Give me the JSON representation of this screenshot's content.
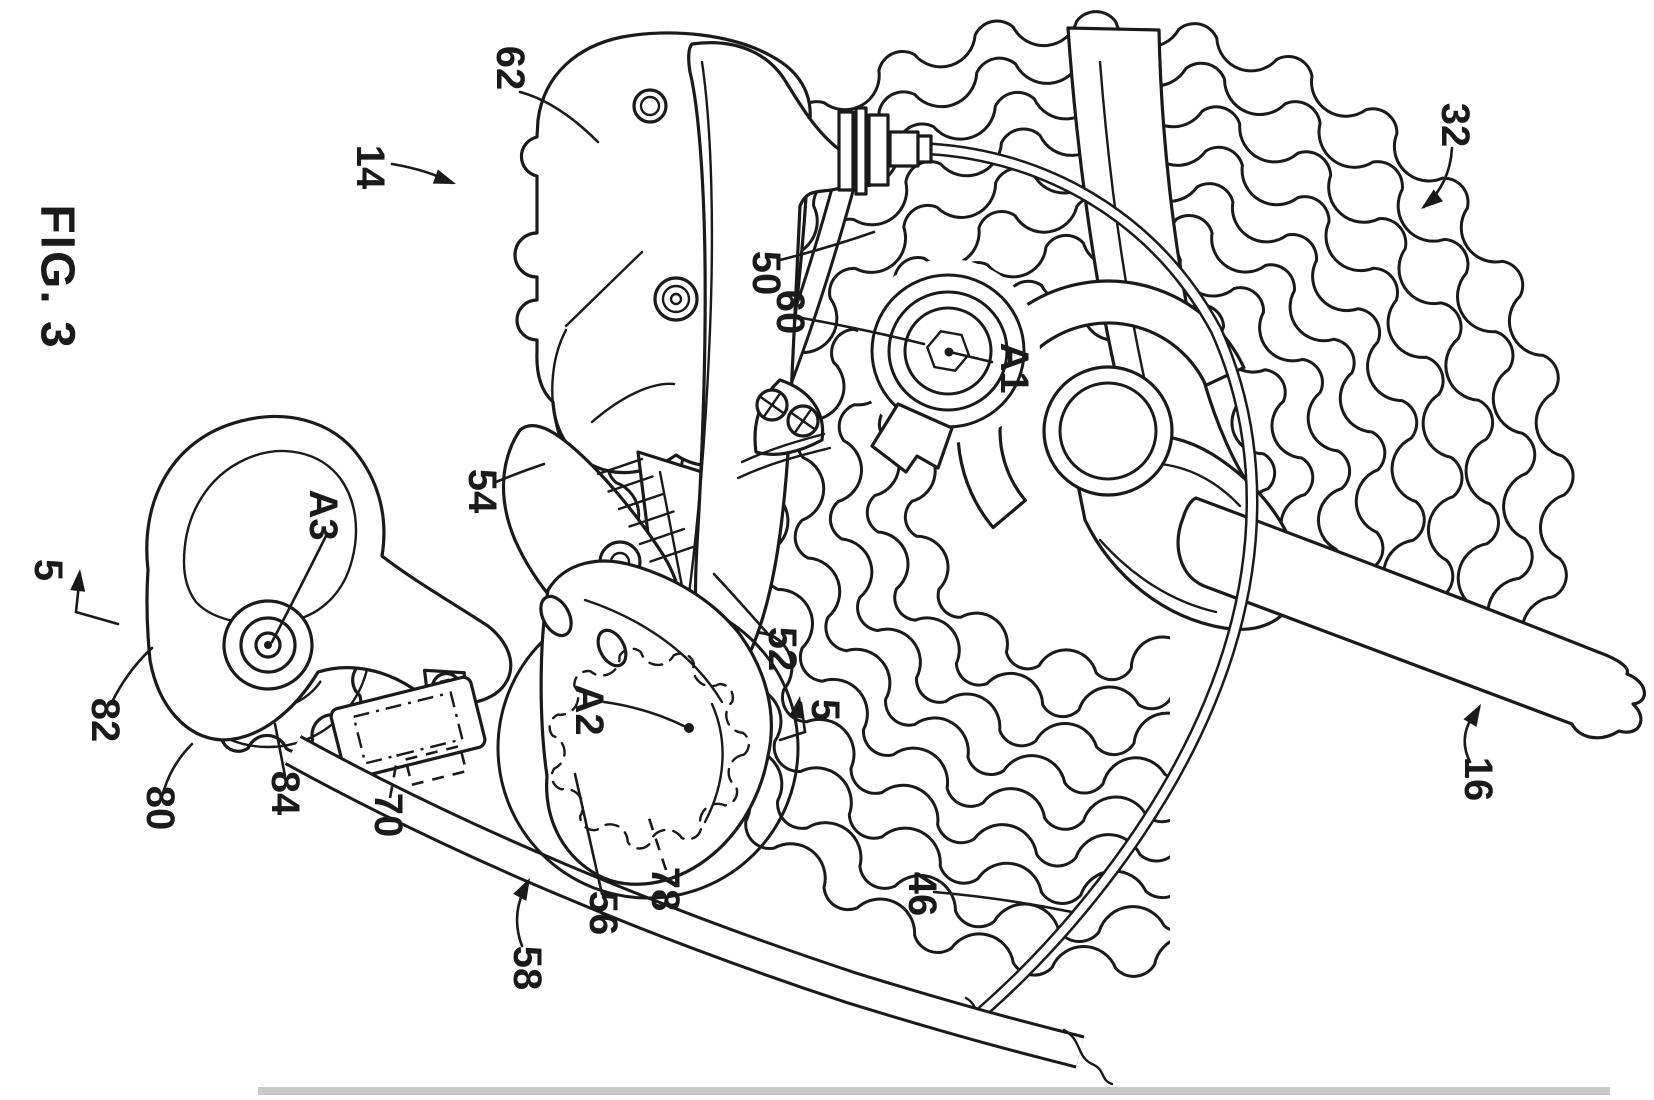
{
  "figure": {
    "title": "FIG. 3",
    "labels": [
      {
        "id": "62",
        "text": "62"
      },
      {
        "id": "14",
        "text": "14"
      },
      {
        "id": "32",
        "text": "32"
      },
      {
        "id": "50",
        "text": "50"
      },
      {
        "id": "60",
        "text": "60"
      },
      {
        "id": "A1",
        "text": "A1"
      },
      {
        "id": "54",
        "text": "54"
      },
      {
        "id": "A3",
        "text": "A3"
      },
      {
        "id": "5-left",
        "text": "5"
      },
      {
        "id": "82",
        "text": "82"
      },
      {
        "id": "80",
        "text": "80"
      },
      {
        "id": "84",
        "text": "84"
      },
      {
        "id": "70",
        "text": "70"
      },
      {
        "id": "A2",
        "text": "A2"
      },
      {
        "id": "52",
        "text": "52"
      },
      {
        "id": "5-right",
        "text": "5"
      },
      {
        "id": "16",
        "text": "16"
      },
      {
        "id": "78",
        "text": "78"
      },
      {
        "id": "56",
        "text": "56"
      },
      {
        "id": "58",
        "text": "58"
      },
      {
        "id": "46",
        "text": "46"
      }
    ],
    "colors": {
      "line": "#1a1a1a",
      "background": "#ffffff",
      "page_edge": "#c9c9c9"
    }
  }
}
